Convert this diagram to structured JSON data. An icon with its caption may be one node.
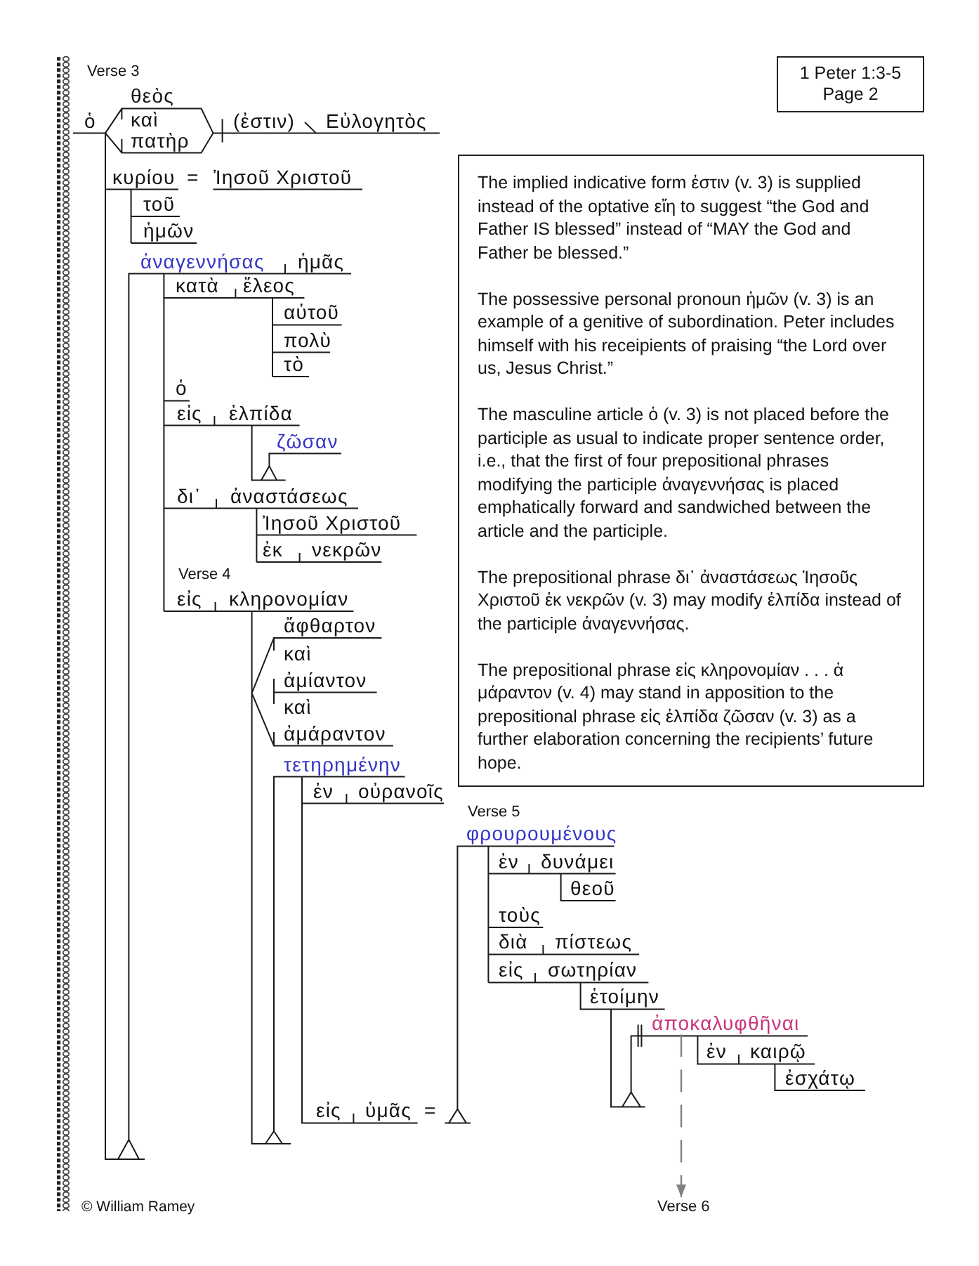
{
  "diagram": {
    "nodes": [
      {
        "text": [
          "1 Peter 1:3-5",
          "Page 2"
        ]
      },
      {
        "text": [
          "The implied indicative form ἐστιν (v. 3) is supplied instead of the optative εἴη to suggest “the God and Father IS blessed” instead of “MAY the God and Father be blessed.”",
          "The possessive personal pronoun ἡμῶν (v. 3) is an example of a genitive of subordination. Peter includes himself with his receipients of praising “the Lord over us, Jesus Christ.”",
          "The masculine article ὁ (v. 3) is not placed before the participle as usual to indicate proper sentence order, i.e., that the first of four prepositional phrases modifying the participle ἀναγεννήσας is placed emphatically forward and sandwiched between the article and the participle.",
          "The prepositional phrase δι᾽ ἀναστάσεως Ἰησοῦς Χριστοῦ ἐκ νεκρῶν (v. 3) may modify ἐλπίδα instead of the participle ἀναγεννήσας.",
          "The prepositional phrase εἰς κληρονομίαν . . . ἀ μάραντον (v. 4) may stand in apposition to the prepositional phrase εἰς ἐλπίδα ζῶσαν (v. 3) as a further elaboration concerning the recipients’ future hope."
        ]
      },
      {
        "text": [
          "ἀποκαλυφθῆναι"
        ]
      },
      {
        "text": [
          "Verse 6"
        ]
      }
    ],
    "edges": [
      {
        "from": 2,
        "to": 3,
        "arrow": "to",
        "style": "dashed",
        "color": "#808080"
      }
    ],
    "labels": [
      "Verse 3",
      "θεὸς",
      "ὁ",
      "καὶ",
      "(ἐστιν)",
      "Εὐλογητὸς",
      "πατὴρ",
      "κυρίου",
      "=",
      "Ἰησοῦ Χριστοῦ",
      "τοῦ",
      "ἡμῶν",
      "ἀναγεννήσας",
      "ἡμᾶς",
      "κατὰ",
      "ἔλεος",
      "αὐτοῦ",
      "πολὺ",
      "τὸ",
      "ὁ",
      "εἰς",
      "ἐλπίδα",
      "ζῶσαν",
      "δι᾽",
      "ἀναστάσεως",
      "Ἰησοῦ Χριστοῦ",
      "ἐκ",
      "νεκρῶν",
      "Verse 4",
      "εἰς",
      "κληρονομίαν",
      "ἄφθαρτον",
      "καὶ",
      "ἀμίαντον",
      "καὶ",
      "ἀμάραντον",
      "τετηρημένην",
      "ἐν",
      "οὐρανοῖς",
      "Verse 5",
      "φρουρουμένους",
      "ἐν",
      "δυνάμει",
      "θεοῦ",
      "τοὺς",
      "διὰ",
      "πίστεως",
      "εἰς",
      "σωτηρίαν",
      "ἑτοίμην",
      "ἐν",
      "καιρῷ",
      "ἐσχάτῳ",
      "εἰς",
      "ὑμᾶς",
      "=",
      "© William Ramey"
    ]
  }
}
